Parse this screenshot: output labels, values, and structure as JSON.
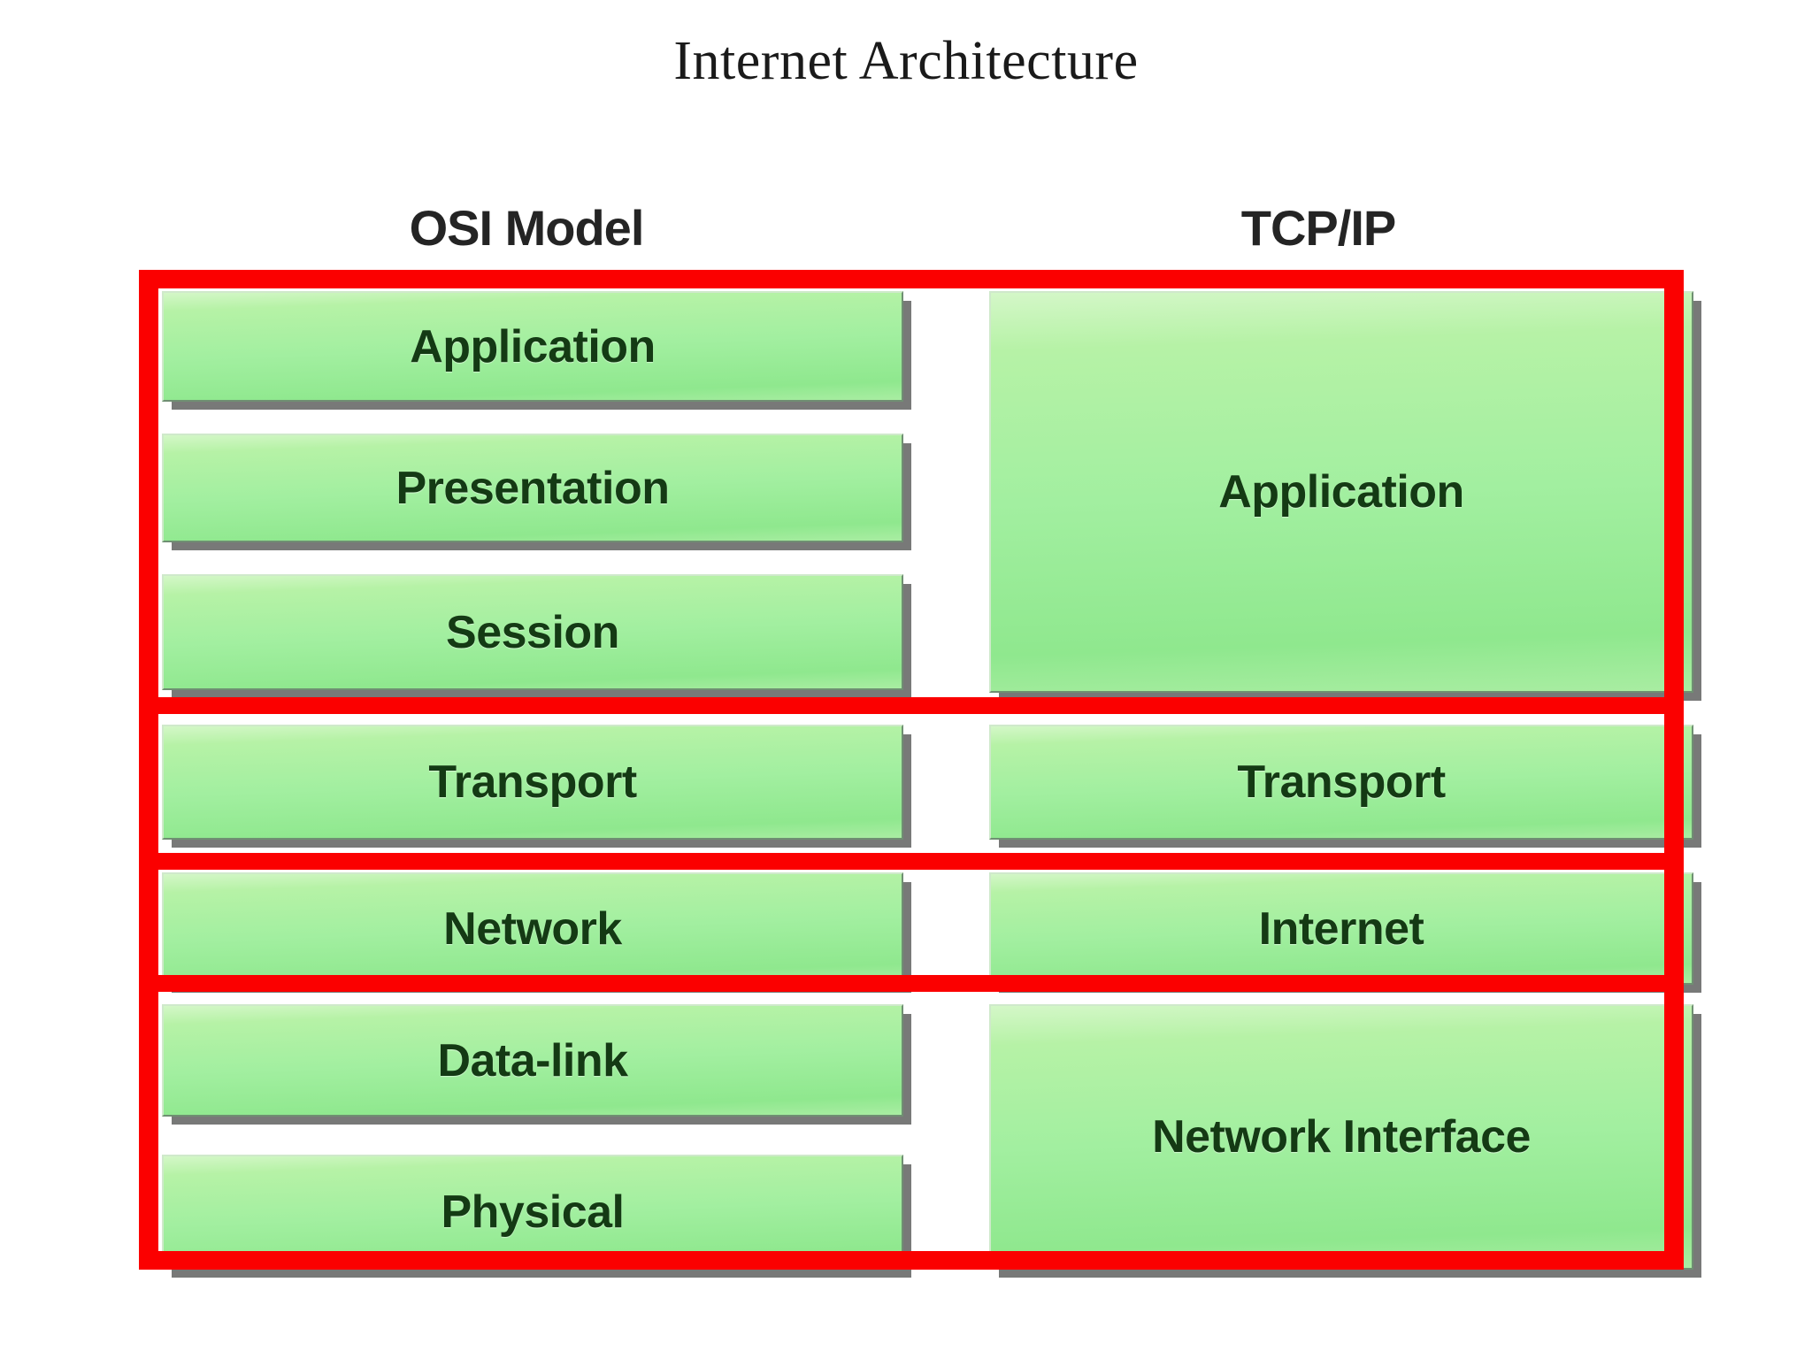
{
  "page": {
    "title": "Internet Architecture",
    "background": "#ffffff"
  },
  "colors": {
    "group_border": "#fb0000",
    "box_fill_light": "#d4f7c8",
    "box_fill_mid": "#a2efa0",
    "box_fill_dark": "#8fe88e",
    "box_text": "#143a14",
    "box_shadow": "#6c6e6c",
    "header_text": "#242424",
    "title_text": "#1a1a1a"
  },
  "columns": {
    "osi": {
      "header": "OSI Model"
    },
    "tcpip": {
      "header": "TCP/IP"
    }
  },
  "osi_layers": [
    {
      "label": "Application"
    },
    {
      "label": "Presentation"
    },
    {
      "label": "Session"
    },
    {
      "label": "Transport"
    },
    {
      "label": "Network"
    },
    {
      "label": "Data-link"
    },
    {
      "label": "Physical"
    }
  ],
  "tcpip_layers": [
    {
      "label": "Application"
    },
    {
      "label": "Transport"
    },
    {
      "label": "Internet"
    },
    {
      "label": "Network Interface"
    }
  ],
  "groupings": [
    {
      "name": "application-group",
      "osi_layers": [
        "Application",
        "Presentation",
        "Session"
      ],
      "tcpip_layer": "Application"
    },
    {
      "name": "transport-group",
      "osi_layers": [
        "Transport"
      ],
      "tcpip_layer": "Transport"
    },
    {
      "name": "internet-group",
      "osi_layers": [
        "Network"
      ],
      "tcpip_layer": "Internet"
    },
    {
      "name": "network-interface-group",
      "osi_layers": [
        "Data-link",
        "Physical"
      ],
      "tcpip_layer": "Network Interface"
    }
  ]
}
